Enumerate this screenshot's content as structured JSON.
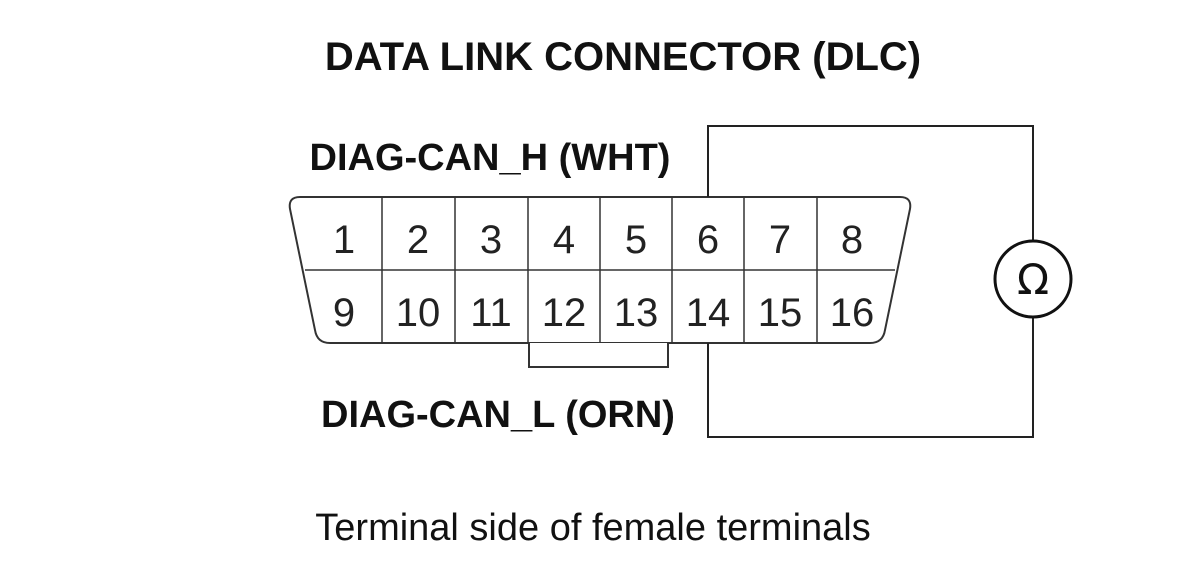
{
  "title": "DATA LINK CONNECTOR (DLC)",
  "labels": {
    "can_high": "DIAG-CAN_H (WHT)",
    "can_low": "DIAG-CAN_L (ORN)"
  },
  "caption": "Terminal side of female terminals",
  "meter": {
    "symbol": "Ω",
    "icon": "ohmmeter-icon"
  },
  "connector": {
    "top_row": [
      "1",
      "2",
      "3",
      "4",
      "5",
      "6",
      "7",
      "8"
    ],
    "bottom_row": [
      "9",
      "10",
      "11",
      "12",
      "13",
      "14",
      "15",
      "16"
    ]
  }
}
